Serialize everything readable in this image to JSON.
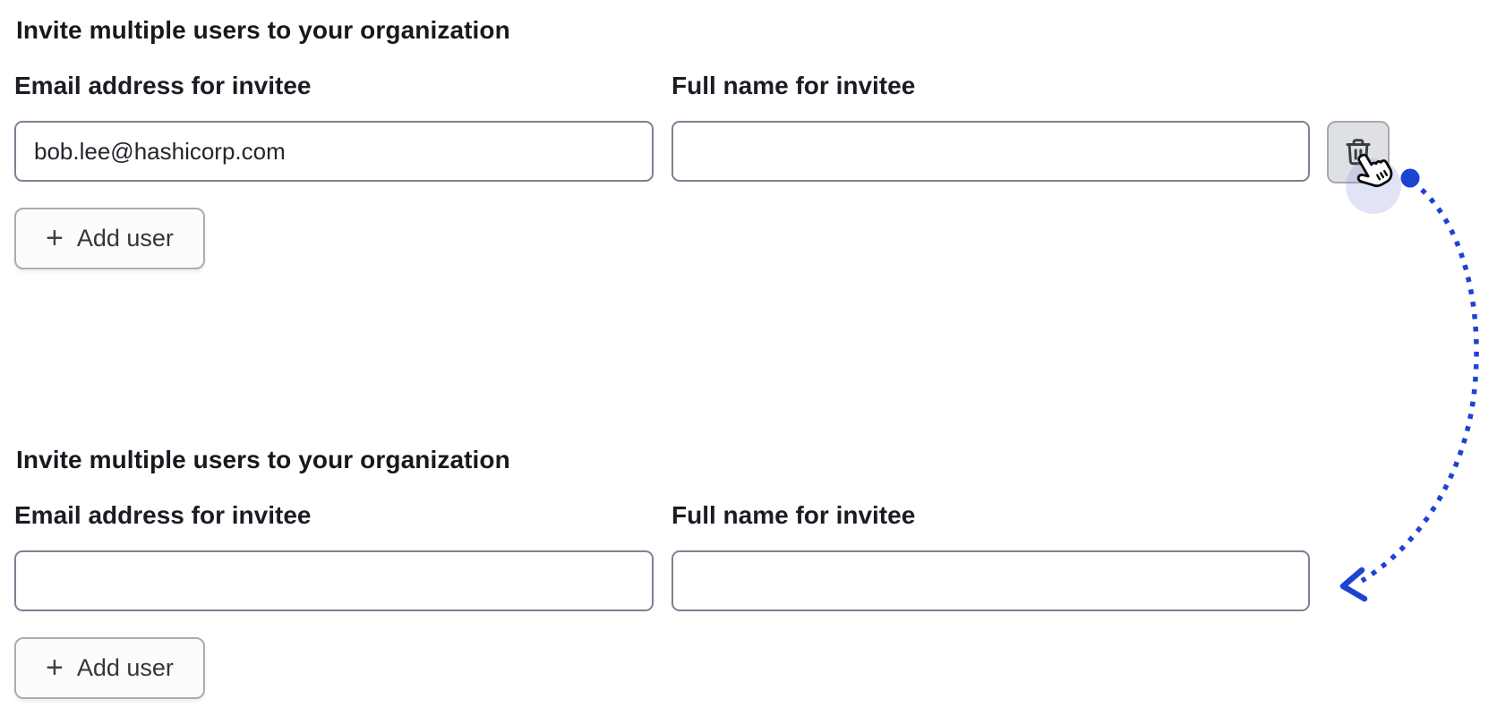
{
  "colors": {
    "arrow_blue": "#1b44d2",
    "halo_lavender": "rgba(129,144,222,0.24)",
    "trash_icon_gray": "#3a3d45"
  },
  "sections": [
    {
      "heading": "Invite multiple users to your organization",
      "email": {
        "label": "Email address for invitee",
        "value": "bob.lee@hashicorp.com"
      },
      "name": {
        "label": "Full name for invitee",
        "value": ""
      },
      "add_button": {
        "icon": "+",
        "label": "Add user"
      },
      "delete_button": {
        "icon": "trash-icon"
      }
    },
    {
      "heading": "Invite multiple users to your organization",
      "email": {
        "label": "Email address for invitee",
        "value": ""
      },
      "name": {
        "label": "Full name for invitee",
        "value": ""
      },
      "add_button": {
        "icon": "+",
        "label": "Add user"
      }
    }
  ],
  "annotation": {
    "cursor": "hand-pointer-cursor",
    "arrow": "curved-dotted-arrow pointing from delete button to second form"
  }
}
